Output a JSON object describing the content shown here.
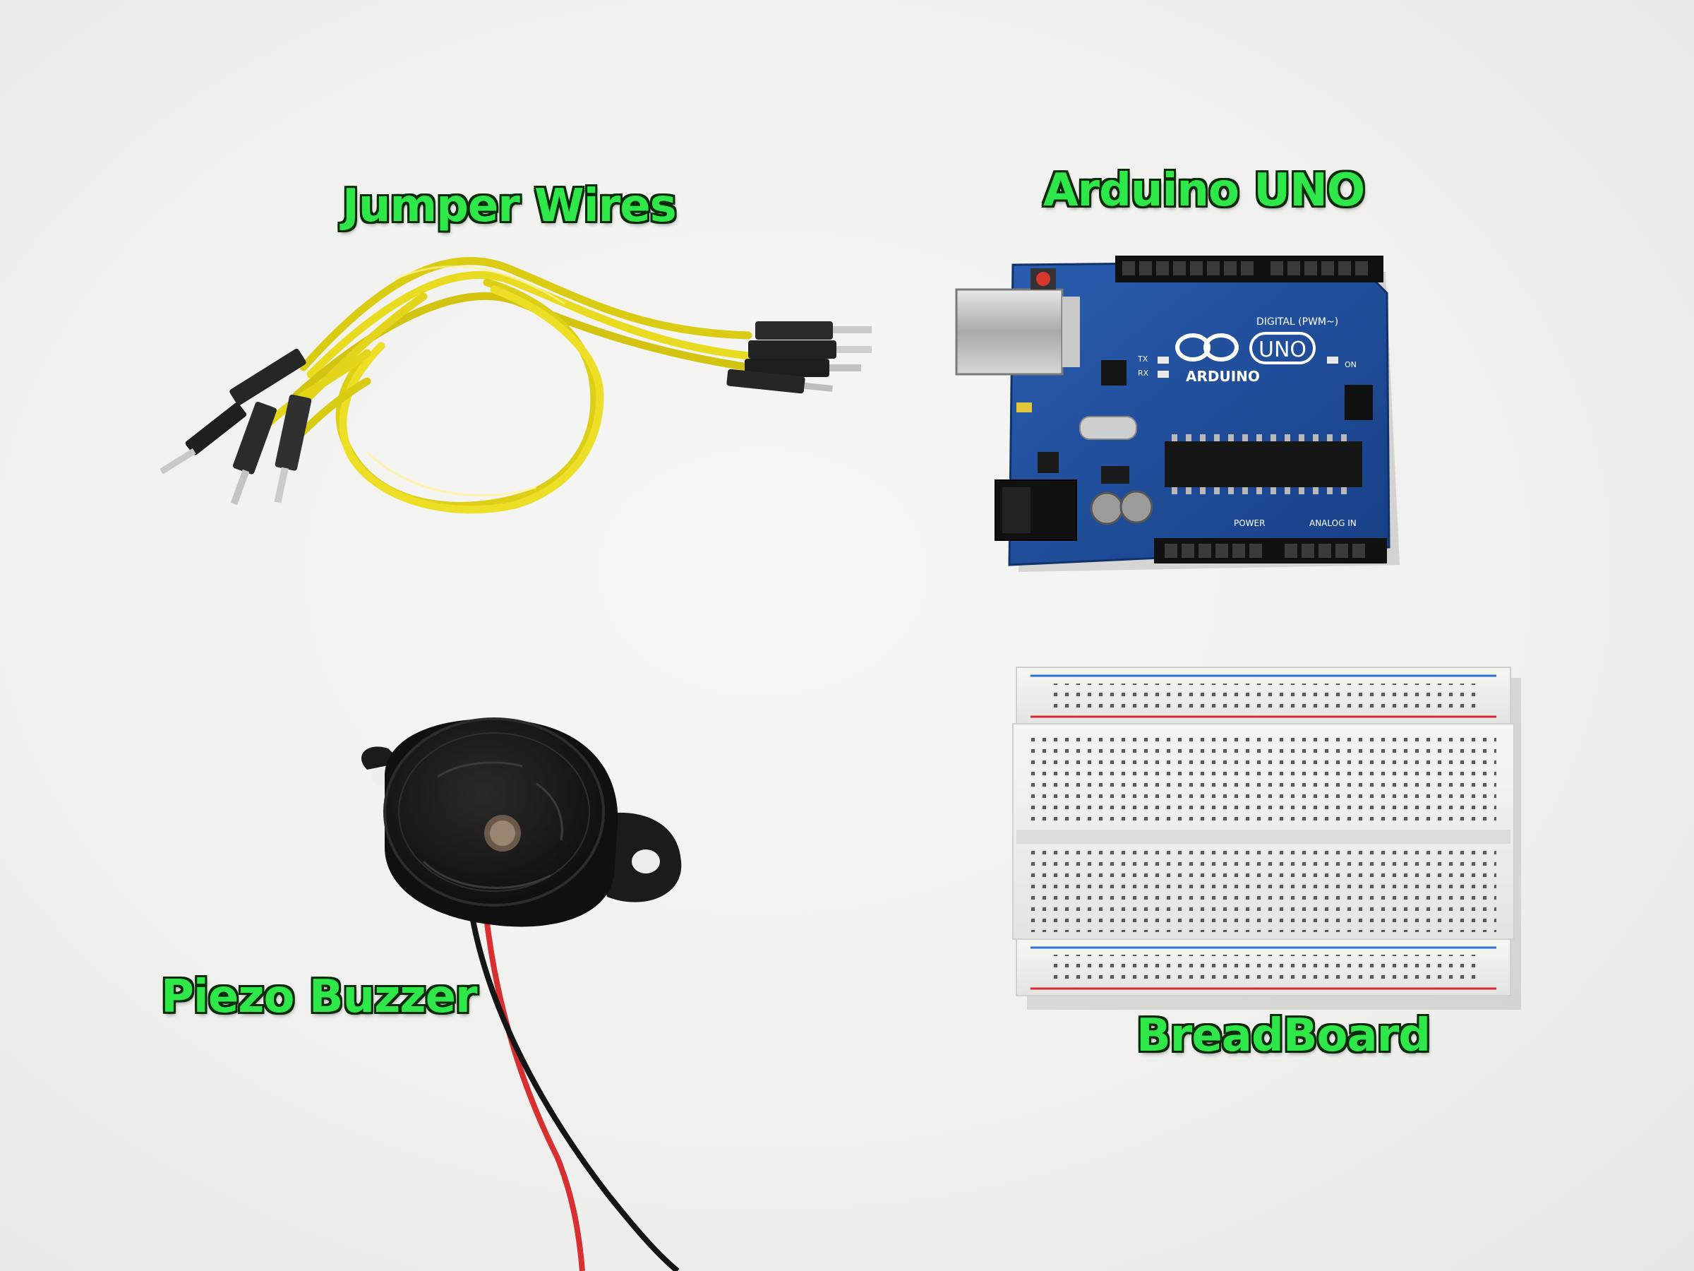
{
  "labels": {
    "jumper_wires": "Jumper Wires",
    "arduino_uno": "Arduino UNO",
    "piezo_buzzer": "Piezo Buzzer",
    "breadboard": "BreadBoard"
  },
  "arduino_board": {
    "brand_text": "ARDUINO",
    "model_text": "UNO",
    "digital_text": "DIGITAL (PWM~)",
    "power_text": "POWER",
    "analog_text": "ANALOG IN",
    "on_text": "ON",
    "tx_text": "TX",
    "rx_text": "RX"
  },
  "colors": {
    "label_fill": "#2ee84a",
    "label_outline": "#0a2a0a",
    "board_blue": "#1f4f9a",
    "wire_yellow": "#e3d61a",
    "buzzer_black": "#151515",
    "breadboard_white": "#f2f2ef",
    "rail_red": "#d8283a",
    "rail_blue": "#2b6fd1"
  },
  "icons": {
    "jumper_wires": "jumper-wires-illustration",
    "arduino": "arduino-uno-board-illustration",
    "buzzer": "piezo-buzzer-illustration",
    "breadboard": "breadboard-illustration"
  }
}
